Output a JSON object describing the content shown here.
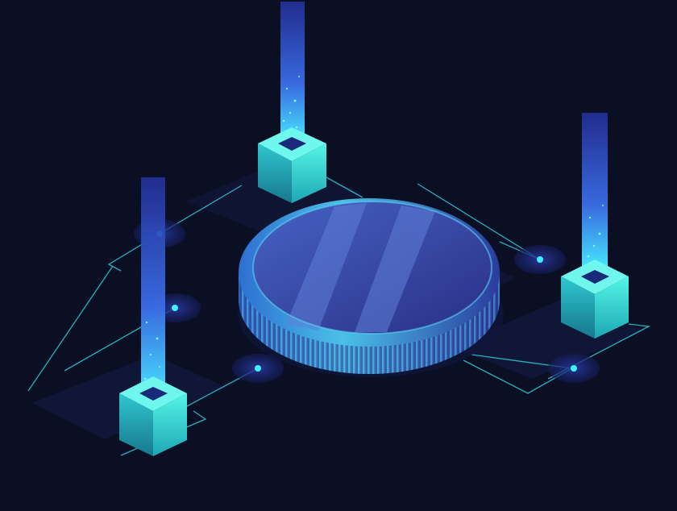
{
  "colors": {
    "background": "#0a0f24",
    "coin_face": "#3a4aa8",
    "coin_rim": "#3f9fd6",
    "cube_glow": "#2de3d6",
    "beam": "#4460e0",
    "line": "#2ecad8",
    "node": "#3ff2ff"
  },
  "elements": {
    "coin": "crypto-coin",
    "cubes": [
      "cube-top",
      "cube-right",
      "cube-left"
    ],
    "beams": [
      "beam-top",
      "beam-right",
      "beam-left"
    ],
    "nodes": 5
  }
}
